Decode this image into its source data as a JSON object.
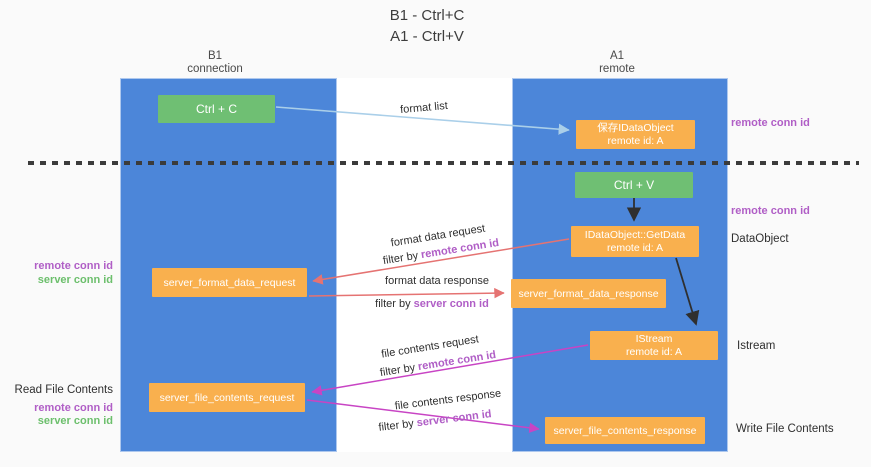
{
  "title": {
    "line1": "B1 - Ctrl+C",
    "line2": "A1 - Ctrl+V"
  },
  "lanes": {
    "b1": {
      "name": "B1",
      "subtitle": "connection"
    },
    "a1": {
      "name": "A1",
      "subtitle": "remote"
    }
  },
  "boxes": {
    "ctrl_c": {
      "label": "Ctrl + C"
    },
    "ctrl_v": {
      "label": "Ctrl + V"
    },
    "save_dataobject": {
      "line1": "保存IDataObject",
      "line2": "remote id: A"
    },
    "getdata": {
      "line1": "IDataObject::GetData",
      "line2": "remote id: A"
    },
    "istream": {
      "line1": "IStream",
      "line2": "remote id: A"
    },
    "format_request": {
      "label": "server_format_data_request"
    },
    "format_response": {
      "label": "server_format_data_response"
    },
    "file_request": {
      "label": "server_file_contents_request"
    },
    "file_response": {
      "label": "server_file_contents_response"
    }
  },
  "arrow_labels": {
    "format_list": "format list",
    "format_data_request": "format data request",
    "format_data_response": "format data response",
    "file_contents_request": "file contents request",
    "file_contents_response": "file contents response",
    "filter_by": "filter by",
    "remote_conn_id": "remote conn id",
    "server_conn_id": "server conn id"
  },
  "side_labels": {
    "right_top_remote_conn_id": "remote conn id",
    "right_mid_remote_conn_id": "remote conn id",
    "dataobject": "DataObject",
    "istream": "Istream",
    "write_file_contents": "Write File Contents",
    "read_file_contents": "Read File Contents",
    "left_remote_conn_id": "remote conn id",
    "left_server_conn_id": "server conn id",
    "left2_remote_conn_id": "remote conn id",
    "left2_server_conn_id": "server conn id"
  },
  "colors": {
    "lane_blue": "#4c86d9",
    "box_green": "#6fbf73",
    "box_orange": "#f9b04e",
    "arrow_red": "#e57372",
    "arrow_magenta": "#c844c4",
    "arrow_light_blue": "#aacfe9",
    "arrow_black": "#2f2f2f",
    "text_purple": "#b05ec6",
    "text_green": "#6cbf6c",
    "background": "#fafafa"
  }
}
